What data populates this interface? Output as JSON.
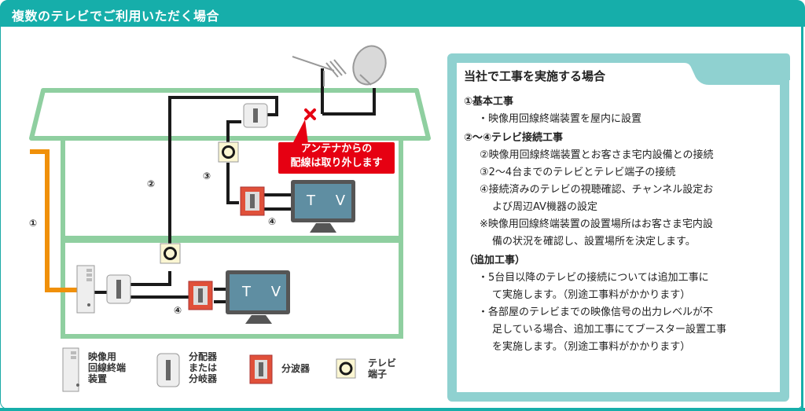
{
  "header": {
    "title": "複数のテレビでご利用いただく場合"
  },
  "diagram": {
    "labels": {
      "n1": "①",
      "n2": "②",
      "n3": "③",
      "n4_upper": "④",
      "n4_lower": "④"
    },
    "callout": {
      "line1": "アンテナからの",
      "line2": "配線は取り外します"
    },
    "tv_upper": "T V",
    "tv_lower": "T V",
    "colors": {
      "house": "#8fcfa0",
      "fiber": "#f0900a",
      "cable": "#1a1a1a",
      "callout": "#e60012",
      "tv_screen": "#5f8ea2",
      "branch_box": "#e0503a",
      "outlet": "#fbf6d2"
    }
  },
  "legend": [
    {
      "icon": "onu-device-icon",
      "lines": [
        "映像用",
        "回線終端",
        "装置"
      ]
    },
    {
      "icon": "distributor-icon",
      "lines": [
        "分配器",
        "または",
        "分岐器"
      ]
    },
    {
      "icon": "splitter-icon",
      "lines": [
        "分波器"
      ]
    },
    {
      "icon": "tv-outlet-icon",
      "lines": [
        "テレビ",
        "端子"
      ]
    }
  ],
  "panel": {
    "title": "当社で工事を実施する場合",
    "basic_heading": "①基本工事",
    "basic_item": "・映像用回線終端装置を屋内に設置",
    "tv_heading": "②〜④テレビ接続工事",
    "tv_items": [
      "②映像用回線終端装置とお客さま宅内設備との接続",
      "③2〜4台までのテレビとテレビ端子の接続",
      "④接続済みのテレビの視聴確認、チャンネル設定お",
      "よび周辺AV機器の設定",
      "※映像用回線終端装置の設置場所はお客さま宅内設",
      "備の状況を確認し、設置場所を決定します。"
    ],
    "extra_heading": "（追加工事）",
    "extra_items": [
      "・5台目以降のテレビの接続については追加工事に",
      "て実施します。（別途工事料がかかります）",
      "・各部屋のテレビまでの映像信号の出力レベルが不",
      "足している場合、追加工事にてブースター設置工事",
      "を実施します。（別途工事料がかかります）"
    ],
    "colors": {
      "border": "#8fd1d0",
      "accent": "#16aeaa"
    }
  }
}
